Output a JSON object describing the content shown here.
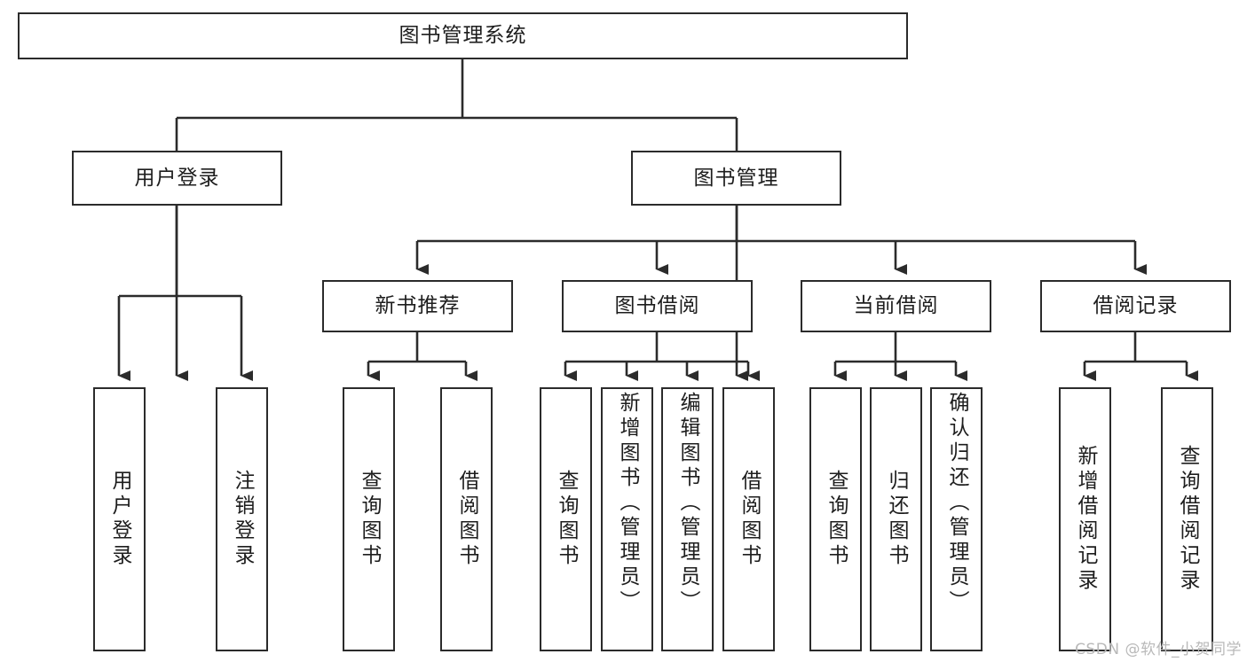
{
  "diagram": {
    "title": "图书管理系统",
    "type": "tree-hierarchy",
    "watermark": "CSDN @软件_小贺同学",
    "stroke_color": "#2b2b2b",
    "text_color": "#1d1d1d",
    "background_color": "#ffffff"
  },
  "nodes": {
    "root": {
      "label": "图书管理系统",
      "level": 1
    },
    "l2": [
      {
        "id": "user-login",
        "label": "用户登录",
        "level": 2
      },
      {
        "id": "book-management",
        "label": "图书管理",
        "level": 2
      }
    ],
    "l3": [
      {
        "id": "new-book-recommend",
        "label": "新书推荐",
        "level": 3
      },
      {
        "id": "book-borrow",
        "label": "图书借阅",
        "level": 3
      },
      {
        "id": "current-borrow",
        "label": "当前借阅",
        "level": 3
      },
      {
        "id": "borrow-record",
        "label": "借阅记录",
        "level": 3
      }
    ],
    "leaves": {
      "user_login": [
        {
          "id": "leaf-user-login",
          "label": "用户登录"
        },
        {
          "id": "leaf-logout-login",
          "label": "注销登录"
        }
      ],
      "new_book_recommend": [
        {
          "id": "leaf-query-book-1",
          "label": "查询图书"
        },
        {
          "id": "leaf-borrow-book-1",
          "label": "借阅图书"
        }
      ],
      "book_borrow": [
        {
          "id": "leaf-query-book-2",
          "label": "查询图书"
        },
        {
          "id": "leaf-add-book",
          "label": "新增图书（管理员）"
        },
        {
          "id": "leaf-edit-book",
          "label": "编辑图书（管理员）"
        },
        {
          "id": "leaf-borrow-book-2",
          "label": "借阅图书"
        }
      ],
      "current_borrow": [
        {
          "id": "leaf-query-book-3",
          "label": "查询图书"
        },
        {
          "id": "leaf-return-book",
          "label": "归还图书"
        },
        {
          "id": "leaf-confirm-return",
          "label": "确认归还（管理员）"
        }
      ],
      "borrow_record": [
        {
          "id": "leaf-add-record",
          "label": "新增借阅记录"
        },
        {
          "id": "leaf-query-record",
          "label": "查询借阅记录"
        }
      ]
    }
  }
}
